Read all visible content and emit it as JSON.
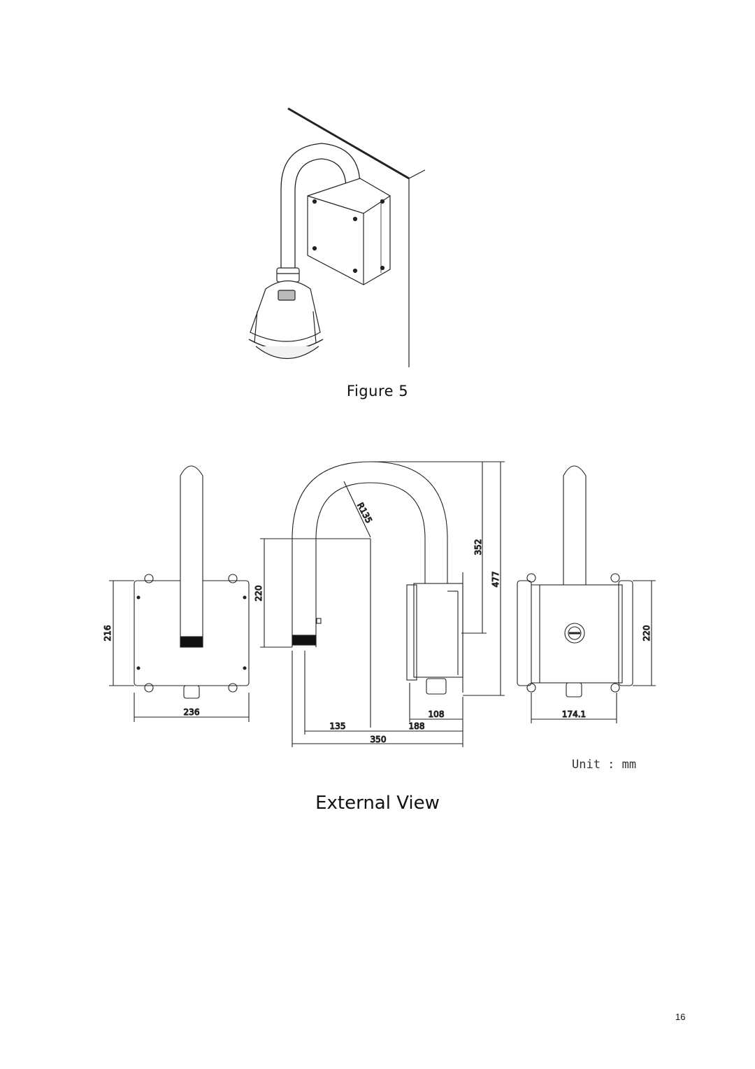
{
  "figure5": {
    "caption": "Figure 5"
  },
  "drawing": {
    "dimensions": {
      "left_height": "216",
      "left_width": "236",
      "arm_radius": "R135",
      "arm_drop": "220",
      "arm_height": "352",
      "total_height": "477",
      "offset_a": "135",
      "offset_b": "188",
      "box_depth": "108",
      "total_width": "350",
      "right_height": "220",
      "right_width": "174.1"
    },
    "unit_label": "Unit : mm",
    "caption": "External View"
  },
  "page": {
    "number": "16"
  }
}
